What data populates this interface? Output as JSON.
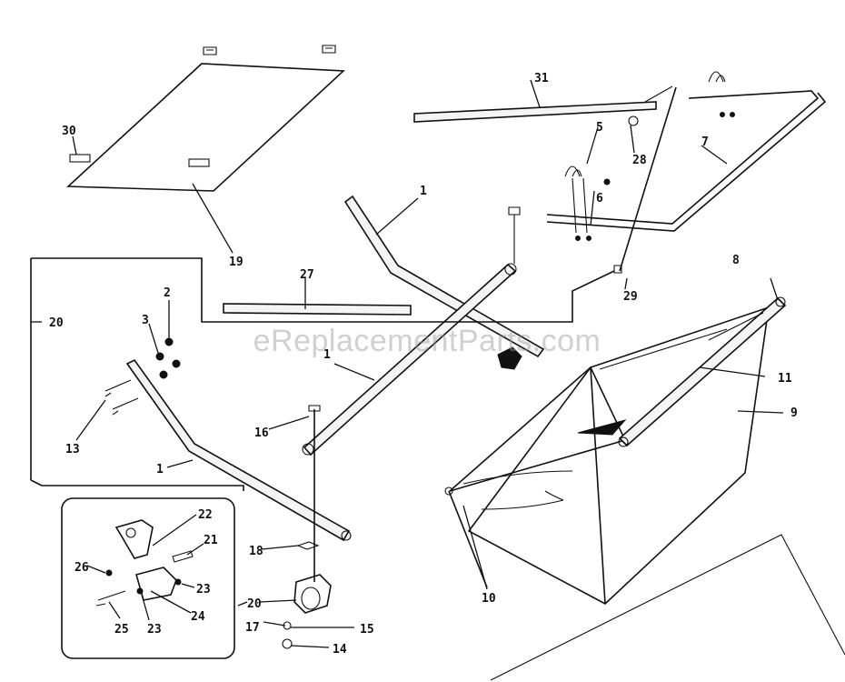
{
  "watermark": "eReplacementParts.com",
  "colors": {
    "ink": "#111111",
    "paper": "#ffffff",
    "watermark": "#969696"
  },
  "labels": {
    "p1a": "1",
    "p1b": "1",
    "p1c": "1",
    "p2": "2",
    "p3": "3",
    "p5": "5",
    "p6": "6",
    "p7": "7",
    "p8": "8",
    "p9": "9",
    "p10": "10",
    "p11": "11",
    "p13": "13",
    "p14": "14",
    "p15": "15",
    "p16": "16",
    "p17": "17",
    "p18": "18",
    "p19": "19",
    "p20a": "20",
    "p20b": "20",
    "p21": "21",
    "p22": "22",
    "p23a": "23",
    "p23b": "23",
    "p24": "24",
    "p25": "25",
    "p26": "26",
    "p27": "27",
    "p28": "28",
    "p29": "29",
    "p30": "30",
    "p31": "31"
  }
}
